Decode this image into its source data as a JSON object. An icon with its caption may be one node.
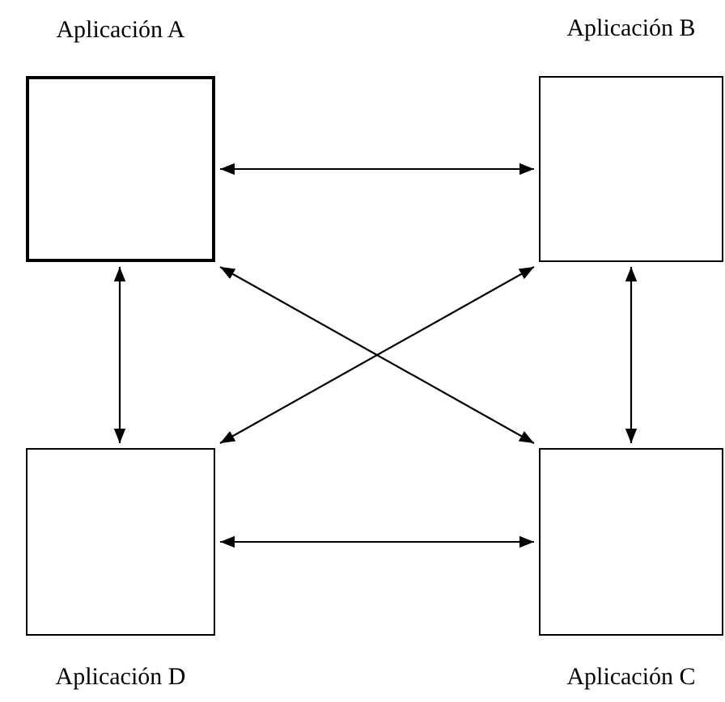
{
  "diagram": {
    "nodes": [
      {
        "text": [
          "Aplicación A"
        ]
      },
      {
        "text": [
          "Aplicación B"
        ]
      },
      {
        "text": [
          "Aplicación D"
        ]
      },
      {
        "text": [
          "Aplicación C"
        ]
      }
    ],
    "edges": [
      {
        "from": 0,
        "to": 1,
        "arrow": "both"
      },
      {
        "from": 0,
        "to": 2,
        "arrow": "both"
      },
      {
        "from": 0,
        "to": 3,
        "arrow": "both"
      },
      {
        "from": 1,
        "to": 2,
        "arrow": "both"
      },
      {
        "from": 1,
        "to": 3,
        "arrow": "both"
      },
      {
        "from": 2,
        "to": 3,
        "arrow": "both"
      }
    ]
  }
}
